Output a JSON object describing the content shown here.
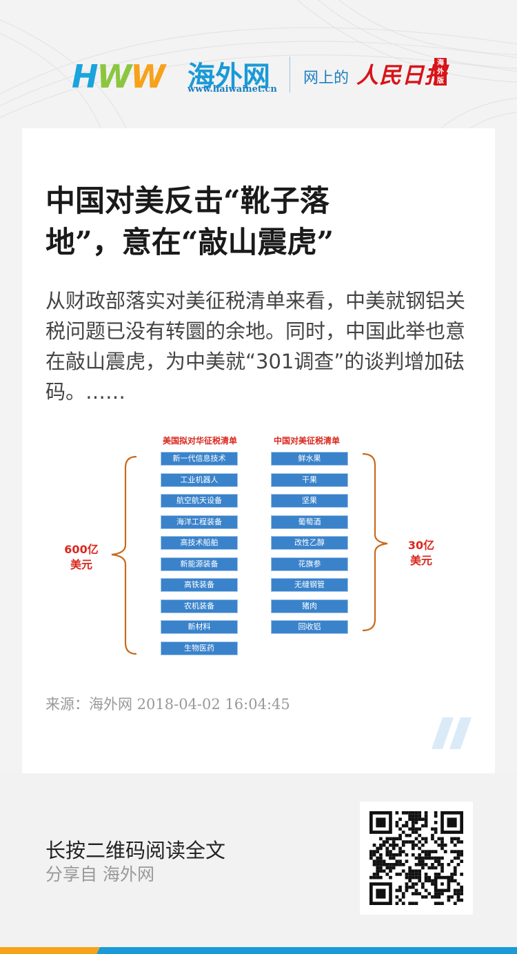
{
  "header": {
    "logo_letters": [
      "H",
      "W",
      "W"
    ],
    "logo_cn": "海外网",
    "logo_url": "www.haiwainet.cn",
    "tagline": "网上的",
    "partner": "人民日报",
    "partner_badge": "海外版"
  },
  "article": {
    "title": "中国对美反击“靴子落地”，意在“敲山震虎”",
    "summary": "从财政部落实对美征税清单来看，中美就钢铝关税问题已没有转圜的余地。同时，中国此举也意在敲山震虎，为中美就“301调查”的谈判增加砝码。……",
    "source": "来源：海外网   2018-04-02 16:04:45"
  },
  "figure": {
    "us_list_title": "美国拟对华征税清单",
    "cn_list_title": "中国对美征税清单",
    "us_items": [
      "新一代信息技术",
      "工业机器人",
      "航空航天设备",
      "海洋工程装备",
      "高技术船舶",
      "新能源装备",
      "高铁装备",
      "农机装备",
      "新材料",
      "生物医药"
    ],
    "cn_items": [
      "鲜水果",
      "干果",
      "坚果",
      "葡萄酒",
      "改性乙醇",
      "花旗参",
      "无缝钢管",
      "猪肉",
      "回收铝"
    ],
    "us_amount_num": "600亿",
    "us_amount_unit": "美元",
    "cn_amount_num": "30亿",
    "cn_amount_unit": "美元"
  },
  "footer": {
    "cta": "长按二维码阅读全文",
    "share": "分享自 海外网"
  },
  "colors": {
    "accent_blue": "#1a9ad6",
    "brand_red": "#d7141a",
    "box_blue": "#3a83cb",
    "bracket_orange": "#c86a1e",
    "bar_orange": "#f7a21b",
    "bar_blue": "#1a9ad6"
  },
  "icons": [
    "slash-decoration-icon",
    "qr-code-icon"
  ]
}
